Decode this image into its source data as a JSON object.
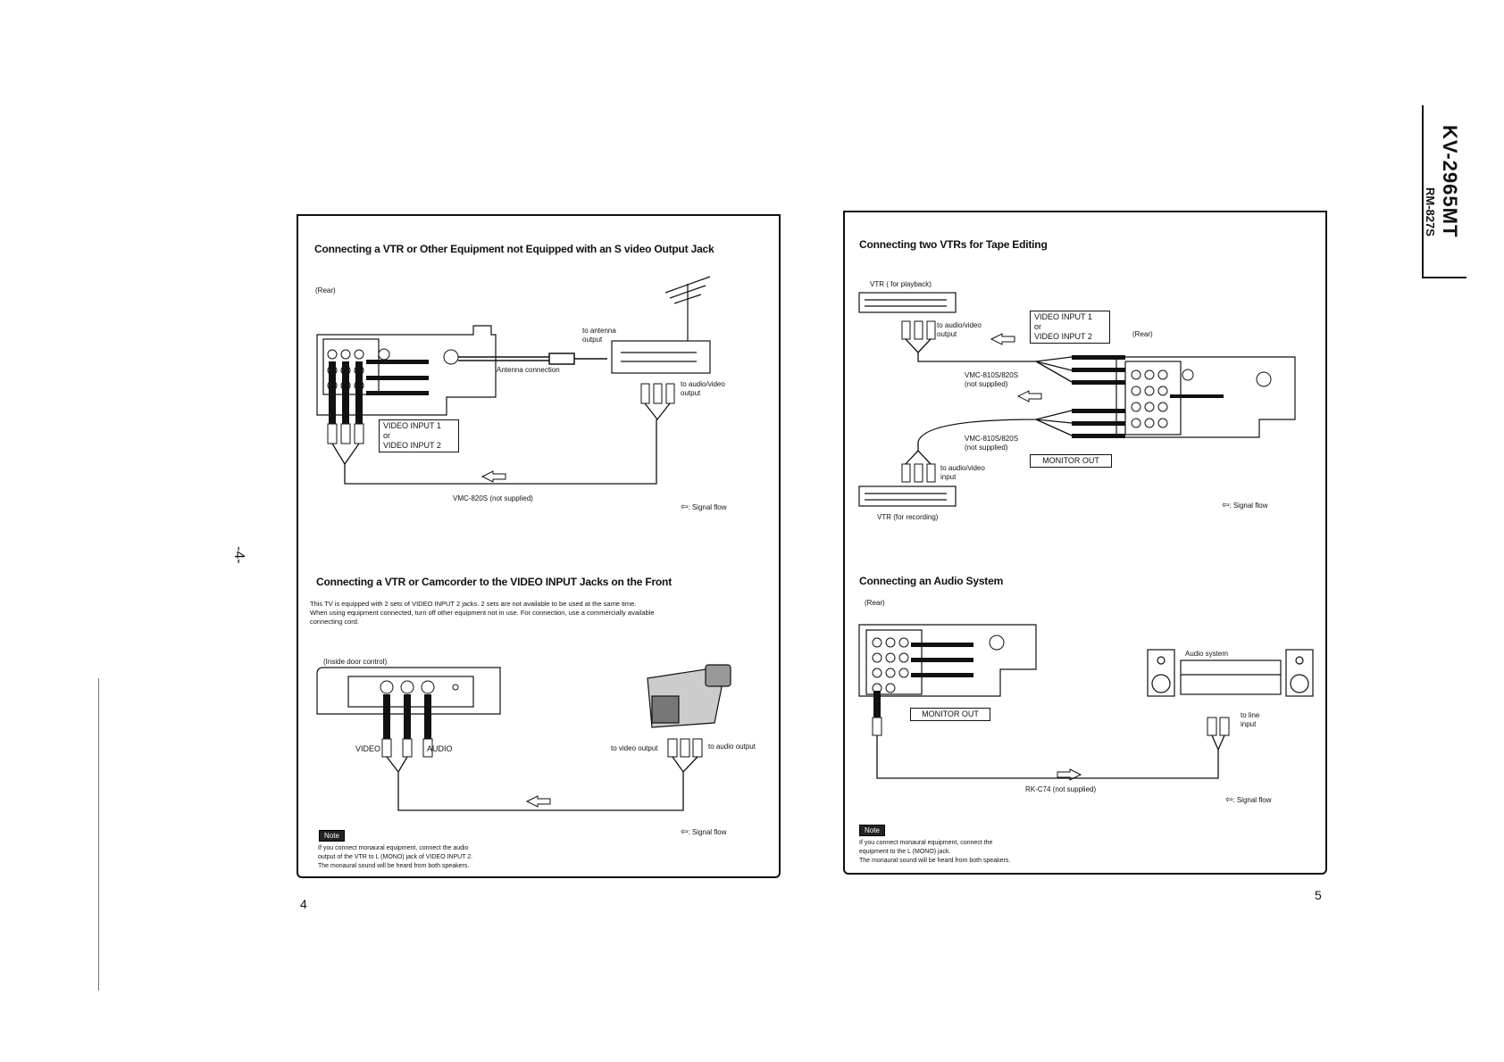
{
  "header": {
    "model": "KV-2965MT",
    "remote": "RM-827S",
    "side_page_marker": "-4-"
  },
  "left_page": {
    "page_number": "4",
    "section1": {
      "title": "Connecting a VTR or Other Equipment not Equipped with an S video Output Jack",
      "rear_label": "(Rear)",
      "to_antenna_output": "to antenna\noutput",
      "antenna_connection": "Antenna connection",
      "to_audio_video_output": "to audio/video\noutput",
      "video_input_box": "VIDEO INPUT 1\nor\nVIDEO INPUT 2",
      "cable_label": "VMC-820S (not supplied)",
      "signal_flow": ": Signal flow"
    },
    "section2": {
      "title": "Connecting a VTR or Camcorder to the VIDEO INPUT Jacks on the Front",
      "description": "This TV is equipped with 2 sets of VIDEO INPUT 2 jacks. 2 sets are not available to be used at the same time.\nWhen using equipment connected, turn off other equipment not in use. For connection, use a commercially available\nconnecting cord.",
      "inside_door_label": "(Inside door control)",
      "video_label": "VIDEO",
      "audio_label": "AUDIO",
      "to_video_output": "to video output",
      "to_audio_output": "to audio output",
      "signal_flow": ": Signal flow",
      "note_badge": "Note",
      "note_text": "If you connect monaural equipment, connect the audio\noutput of the VTR to L (MONO) jack of VIDEO INPUT 2.\nThe monaural sound will be heard from both speakers."
    }
  },
  "right_page": {
    "page_number": "5",
    "section1": {
      "title": "Connecting two VTRs for Tape Editing",
      "vtr_playback": "VTR ( for playback)",
      "to_audio_video_output": "to audio/video\noutput",
      "video_input_box": "VIDEO INPUT 1\nor\nVIDEO INPUT 2",
      "rear_label": "(Rear)",
      "cable1": "VMC-810S/820S\n(not supplied)",
      "cable2": "VMC-810S/820S\n(not supplied)",
      "to_audio_video_input": "to audio/video\ninput",
      "monitor_out": "MONITOR OUT",
      "vtr_recording": "VTR (for recording)",
      "signal_flow": ": Signal flow"
    },
    "section2": {
      "title": "Connecting an Audio System",
      "rear_label": "(Rear)",
      "audio_system": "Audio system",
      "monitor_out": "MONITOR OUT",
      "to_line_input": "to line\ninput",
      "cable_label": "RK-C74 (not supplied)",
      "signal_flow": ": Signal flow",
      "note_badge": "Note",
      "note_text": "If you connect monaural equipment, connect the\nequipment to the L (MONO) jack.\nThe monaural sound will be heard from both speakers."
    }
  }
}
